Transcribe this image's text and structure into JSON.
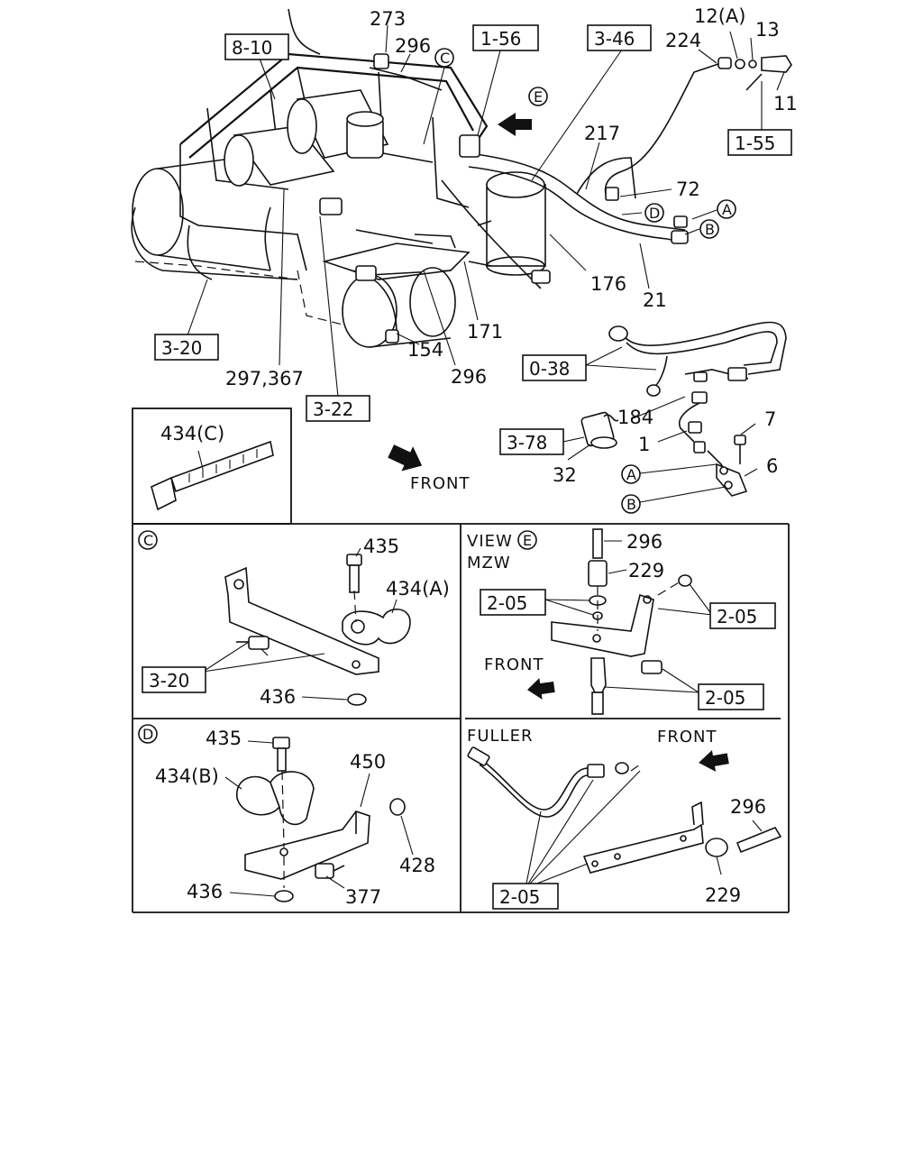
{
  "parts": {
    "p273": "273",
    "p296a": "296",
    "p12a": "12(A)",
    "p13": "13",
    "p224": "224",
    "p11": "11",
    "p217": "217",
    "p72": "72",
    "p176": "176",
    "p21": "21",
    "p171": "171",
    "p154": "154",
    "p296b": "296",
    "p297": "297,367",
    "p184": "184",
    "p7": "7",
    "p1": "1",
    "p6": "6",
    "p32": "32",
    "p434c": "434(C)",
    "p435c": "435",
    "p434a": "434(A)",
    "p436c": "436",
    "p296e": "296",
    "p229e": "229",
    "p435d": "435",
    "p434b": "434(B)",
    "p450": "450",
    "p428": "428",
    "p377": "377",
    "p436d": "436",
    "p296f": "296",
    "p229f": "229"
  },
  "refs": {
    "r810": "8-10",
    "r156": "1-56",
    "r346": "3-46",
    "r155": "1-55",
    "r320a": "3-20",
    "r322": "3-22",
    "r038": "0-38",
    "r378": "3-78",
    "r320c": "3-20",
    "r205a": "2-05",
    "r205b": "2-05",
    "r205c": "2-05",
    "r205d": "2-05"
  },
  "callouts": {
    "A": "A",
    "B": "B",
    "C": "C",
    "D": "D",
    "E": "E"
  },
  "labels": {
    "front_main": "FRONT",
    "front_e": "FRONT",
    "front_f": "FRONT",
    "view": "VIEW",
    "mzw": "MZW",
    "fuller": "FULLER"
  }
}
